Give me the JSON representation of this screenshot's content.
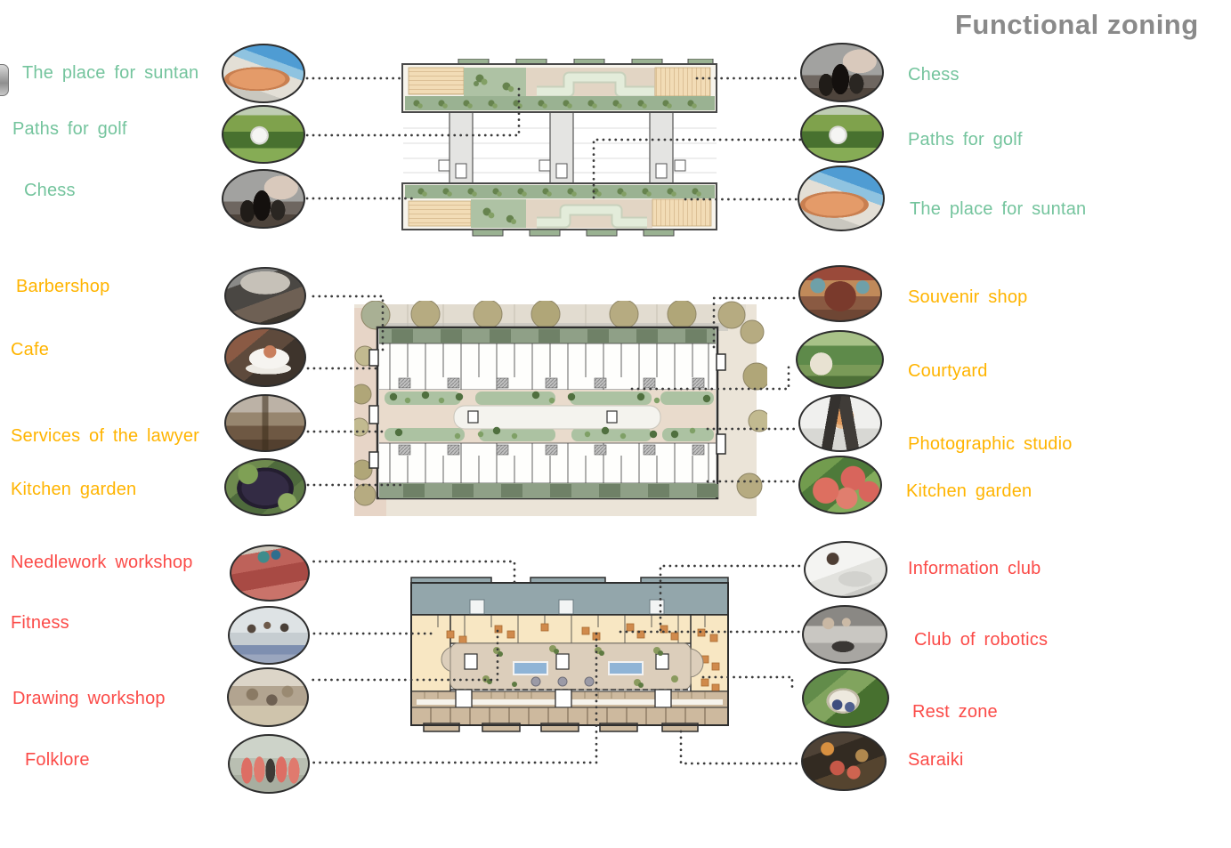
{
  "title": "Functional zoning",
  "colors": {
    "roof_labels": "#74C49D",
    "first_floor_labels": "#FFB400",
    "ground_floor_labels": "#FB4B48",
    "title": "#8A8A8A",
    "connector_dots": "#3A3A3A"
  },
  "sections": [
    {
      "id": "roof-level",
      "label_color": "#74C49D",
      "left": [
        {
          "label": "The place for suntan",
          "photo": "sun-lounger-pool"
        },
        {
          "label": "Paths for golf",
          "photo": "golf-ball-club"
        },
        {
          "label": "Chess",
          "photo": "chess-pieces"
        }
      ],
      "right": [
        {
          "label": "Chess",
          "photo": "chess-pieces"
        },
        {
          "label": "Paths for golf",
          "photo": "golf-ball-club"
        },
        {
          "label": "The place for suntan",
          "photo": "sun-lounger-pool"
        }
      ]
    },
    {
      "id": "first-floor-level",
      "label_color": "#FFB400",
      "left": [
        {
          "label": "Barbershop",
          "photo": "shaving-brush"
        },
        {
          "label": "Cafe",
          "photo": "cappuccino-cup"
        },
        {
          "label": "Services of the lawyer",
          "photo": "scales-of-justice"
        },
        {
          "label": "Kitchen garden",
          "photo": "grape-cluster"
        }
      ],
      "right": [
        {
          "label": "Souvenir shop",
          "photo": "souvenir-shop-interior"
        },
        {
          "label": "Courtyard",
          "photo": "courtyard-garden"
        },
        {
          "label": "Photographic studio",
          "photo": "photo-studio-lights"
        },
        {
          "label": "Kitchen garden",
          "photo": "tomatoes-on-vine"
        }
      ]
    },
    {
      "id": "ground-floor-level",
      "label_color": "#FB4B48",
      "left": [
        {
          "label": "Needlework workshop",
          "photo": "needlework-fabric"
        },
        {
          "label": "Fitness",
          "photo": "fitness-class"
        },
        {
          "label": "Drawing workshop",
          "photo": "art-brushes"
        },
        {
          "label": "Folklore",
          "photo": "folk-costume-group"
        }
      ],
      "right": [
        {
          "label": "Information club",
          "photo": "woman-with-laptop"
        },
        {
          "label": "Club of robotics",
          "photo": "kids-with-robot"
        },
        {
          "label": "Rest zone",
          "photo": "hanging-chair"
        },
        {
          "label": "Saraiki",
          "photo": "market-stall"
        }
      ]
    }
  ]
}
